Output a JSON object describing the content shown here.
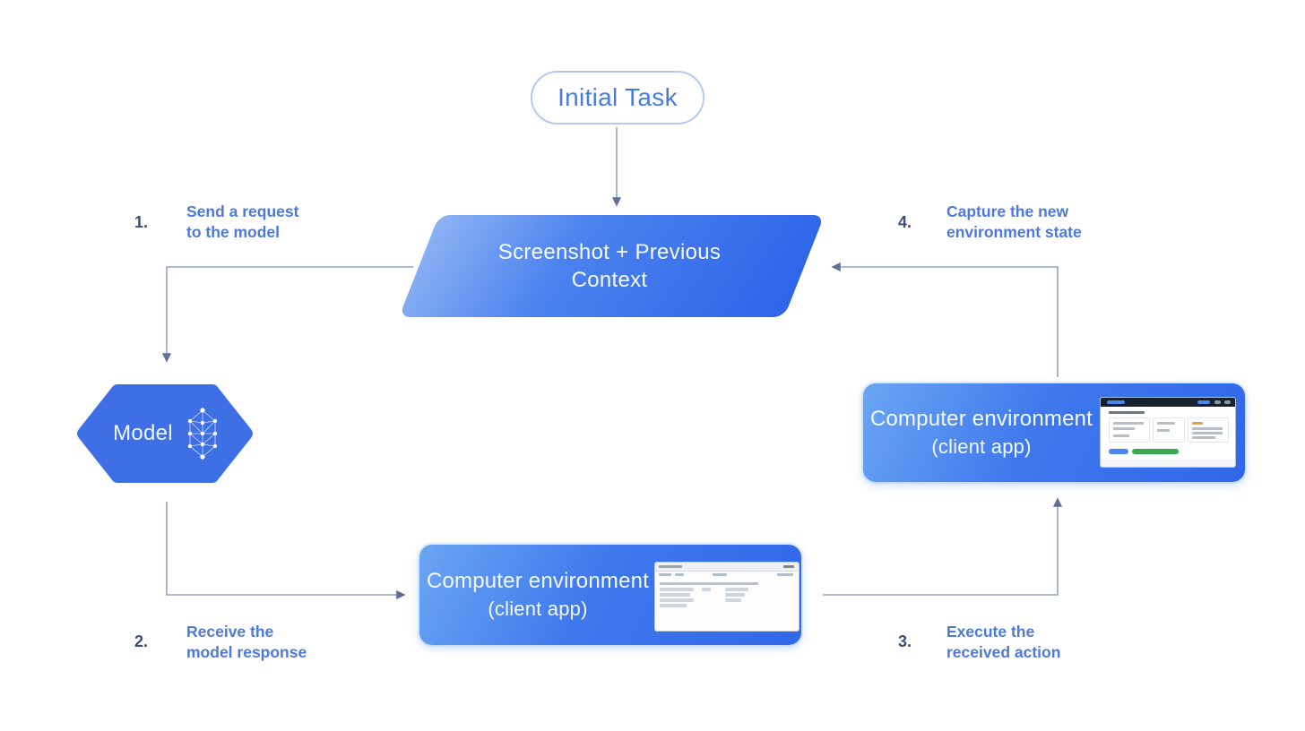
{
  "nodes": {
    "initial_task": {
      "label": "Initial Task"
    },
    "screenshot_context": {
      "line1": "Screenshot + Previous",
      "line2": "Context"
    },
    "model": {
      "label": "Model"
    },
    "computer_env_bottom": {
      "line1": "Computer environment",
      "line2": "(client app)"
    },
    "computer_env_right": {
      "line1": "Computer environment",
      "line2": "(client app)"
    }
  },
  "steps": [
    {
      "number": "1.",
      "line1": "Send a request",
      "line2": "to the model"
    },
    {
      "number": "2.",
      "line1": "Receive the",
      "line2": "model response"
    },
    {
      "number": "3.",
      "line1": "Execute the",
      "line2": "received action"
    },
    {
      "number": "4.",
      "line1": "Capture the new",
      "line2": "environment state"
    }
  ],
  "flow": [
    {
      "from": "initial-task",
      "to": "screenshot-previous-context"
    },
    {
      "from": "screenshot-previous-context",
      "to": "model",
      "step": "1"
    },
    {
      "from": "model",
      "to": "computer-environment-bottom",
      "step": "2"
    },
    {
      "from": "computer-environment-bottom",
      "to": "computer-environment-right",
      "step": "3"
    },
    {
      "from": "computer-environment-right",
      "to": "screenshot-previous-context",
      "step": "4"
    }
  ],
  "icons": {
    "neural_network": "node-graph-lattice"
  },
  "colors": {
    "accent_blue": "#2f67e9",
    "light_blue": "#8db3f4",
    "hexagon_blue": "#3f6fe4",
    "pill_border": "#b3c9f2",
    "pill_text": "#4a7be4",
    "step_text": "#4c79db",
    "step_number": "#3a4e77",
    "arrow": "#93a2c6",
    "thumb_green": "#3aa757",
    "thumb_header_dark": "#18222e"
  }
}
